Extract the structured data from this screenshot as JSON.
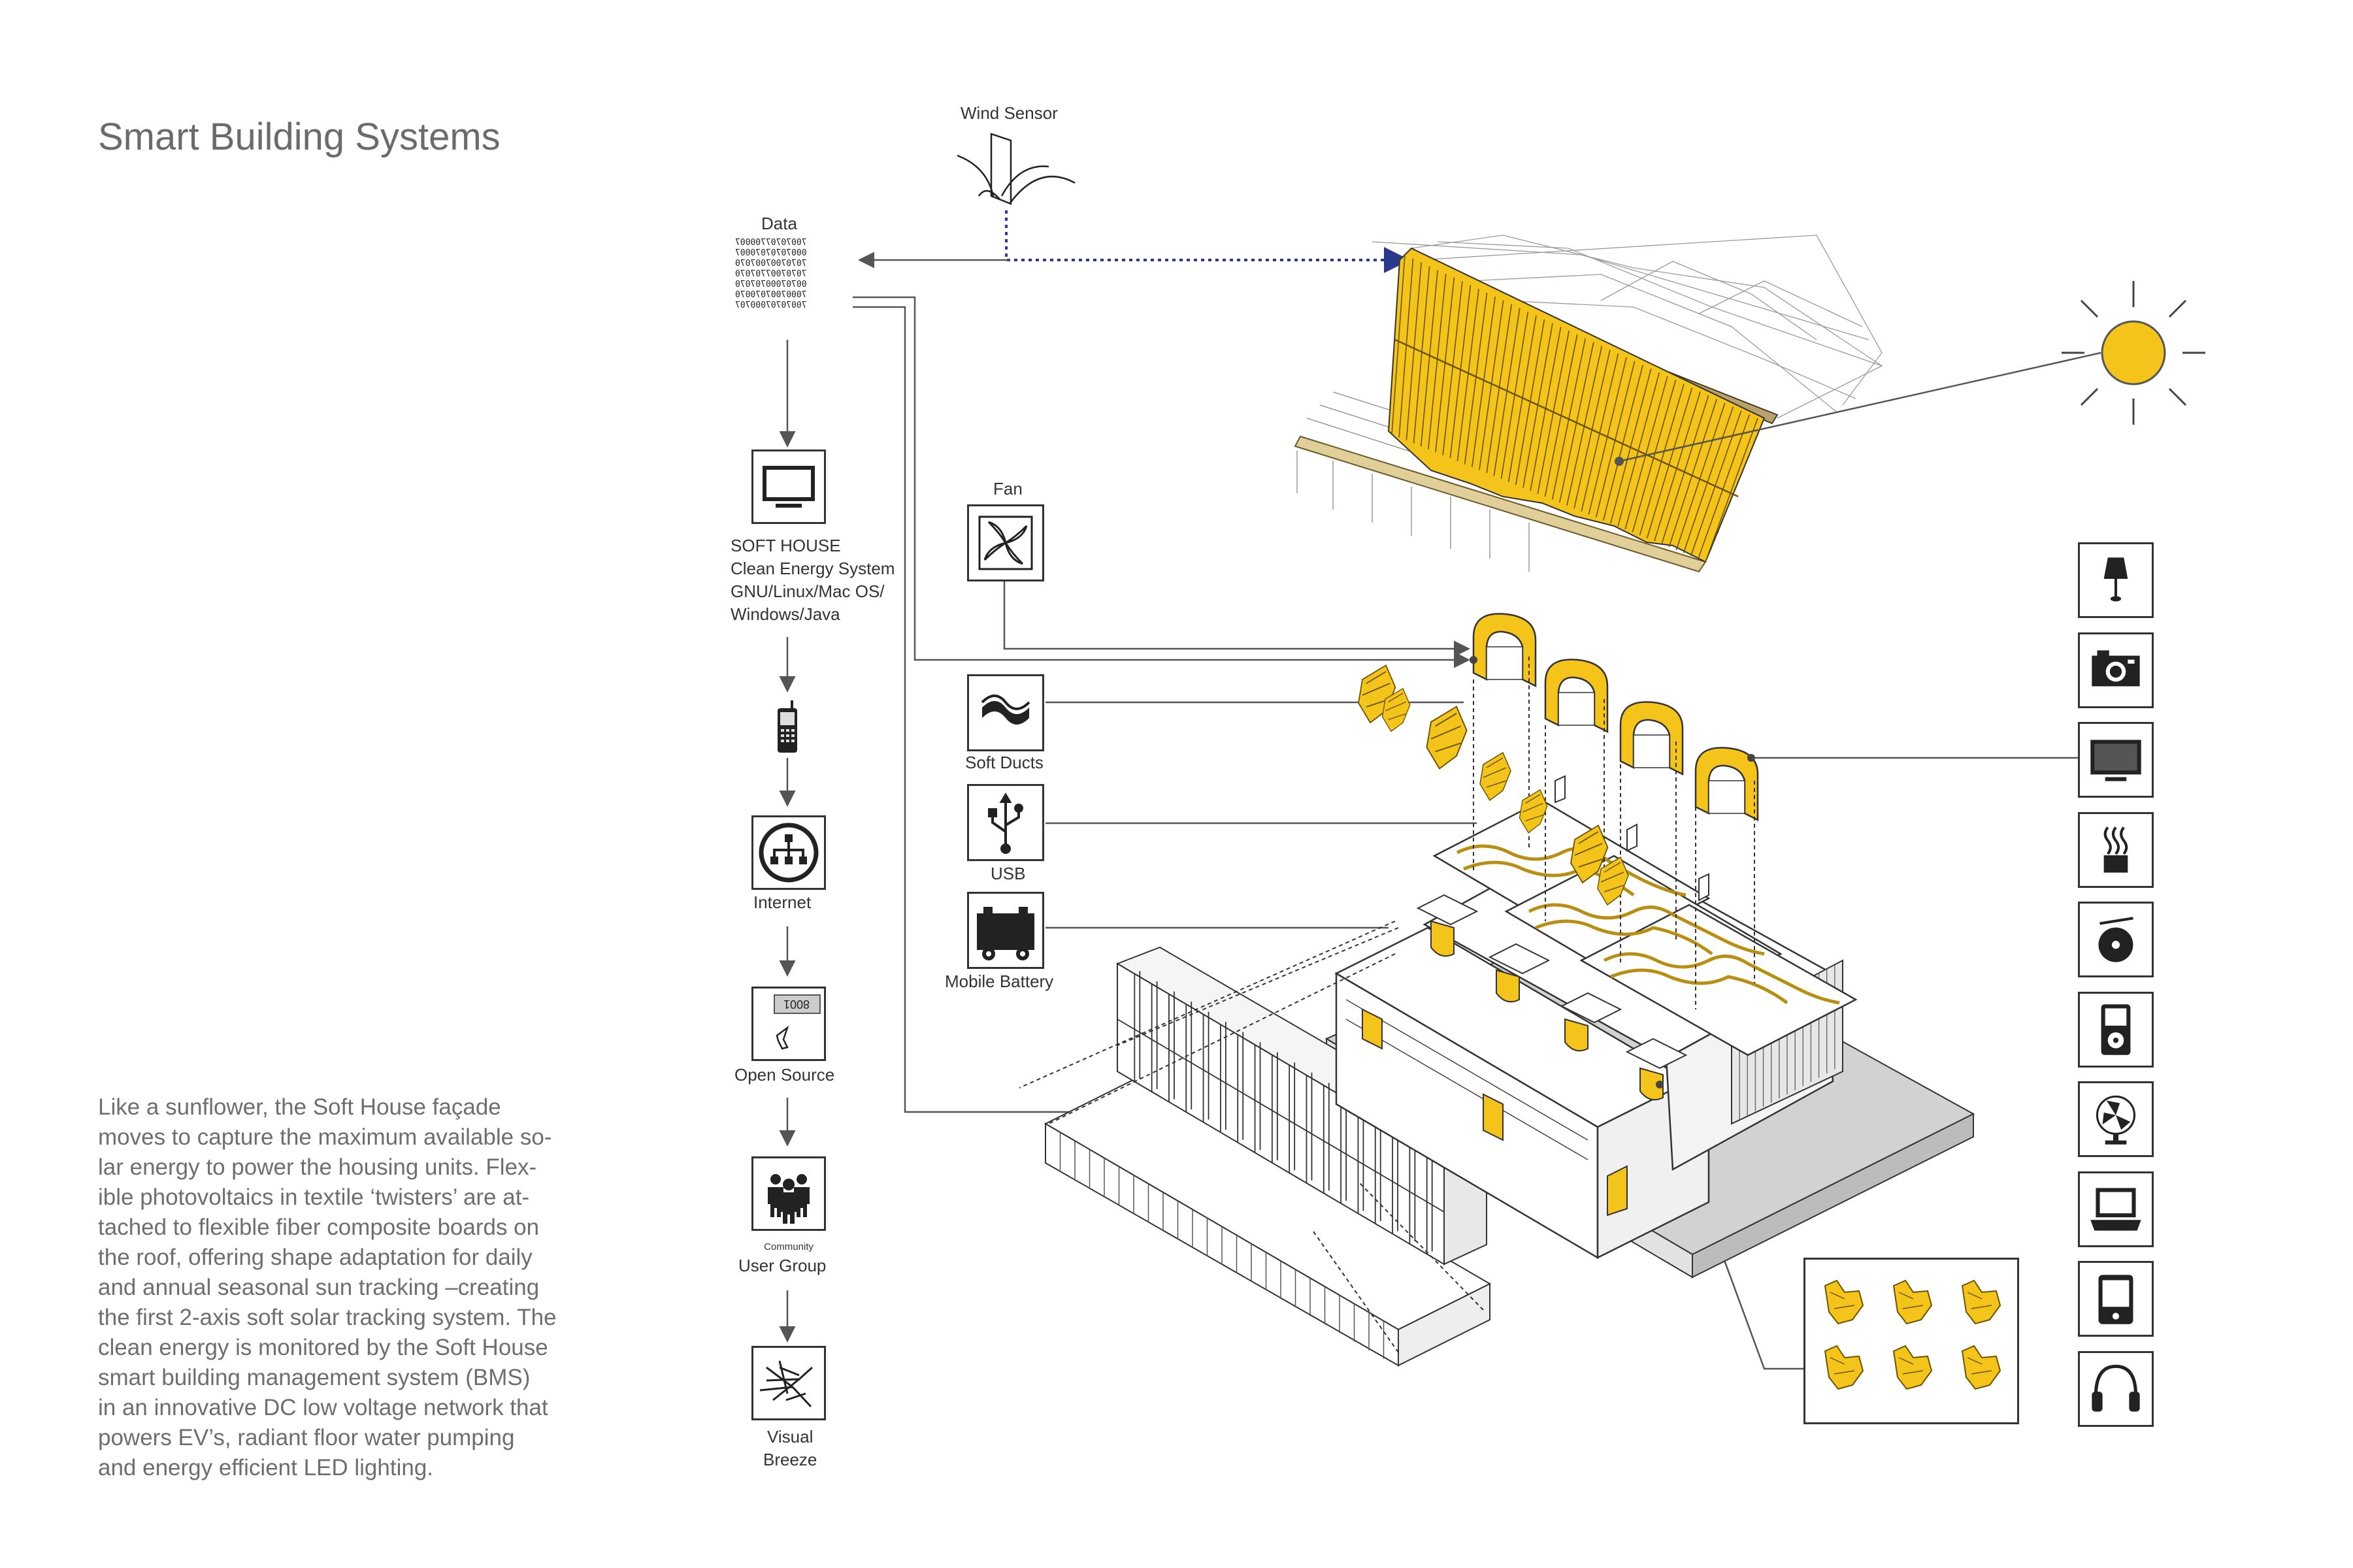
{
  "title": "Smart Building Systems",
  "description_lines": [
    "Like a sunflower, the Soft House façade",
    "moves to capture the maximum available so-",
    "lar energy to power the housing units.  Flex-",
    "ible photovoltaics in textile ‘twisters’ are at-",
    "tached to flexible fiber composite boards on",
    "the roof, offering shape adaptation for daily",
    "and annual  seasonal sun tracking –creating",
    "the first 2-axis soft solar tracking system. The",
    "clean energy is monitored by the Soft House",
    "smart building management system (BMS)",
    "in an innovative DC low voltage network that",
    "powers EV’s, radiant floor water pumping",
    "and energy efficient LED lighting."
  ],
  "labels": {
    "wind_sensor": "Wind Sensor",
    "data": "Data",
    "fan": "Fan",
    "soft_ducts": "Soft Ducts",
    "usb": "USB",
    "mobile_battery": "Mobile Battery",
    "soft_house_lines": [
      "SOFT HOUSE",
      "Clean Energy System",
      "GNU/Linux/Mac OS/",
      "Windows/Java"
    ],
    "internet": "Internet",
    "open_source": "Open Source",
    "community": "Community",
    "user_group": "User Group",
    "visual": "Visual",
    "breeze": "Breeze",
    "keyboard_key": "8001"
  },
  "binary_rows": [
    "70070707700007",
    "00070707070007",
    "70707007007070",
    "70707007707070",
    "00707000707070",
    "70007007070070",
    "70070707000707"
  ],
  "device_icons": [
    "lamp-icon",
    "camera-icon",
    "tv-icon",
    "heater-icon",
    "record-player-icon",
    "ipod-icon",
    "desk-fan-icon",
    "laptop-icon",
    "pda-icon",
    "headphones-icon"
  ],
  "left_chain_icons": [
    "monitor-icon",
    "cell-phone-icon",
    "internet-network-icon",
    "open-source-keyboard-icon",
    "user-group-icon",
    "visual-breeze-icon"
  ],
  "colors": {
    "accent_yellow": "#f4c41b",
    "line": "#555555",
    "ground": "#d4d4d4",
    "sun": "#f4c41b"
  }
}
